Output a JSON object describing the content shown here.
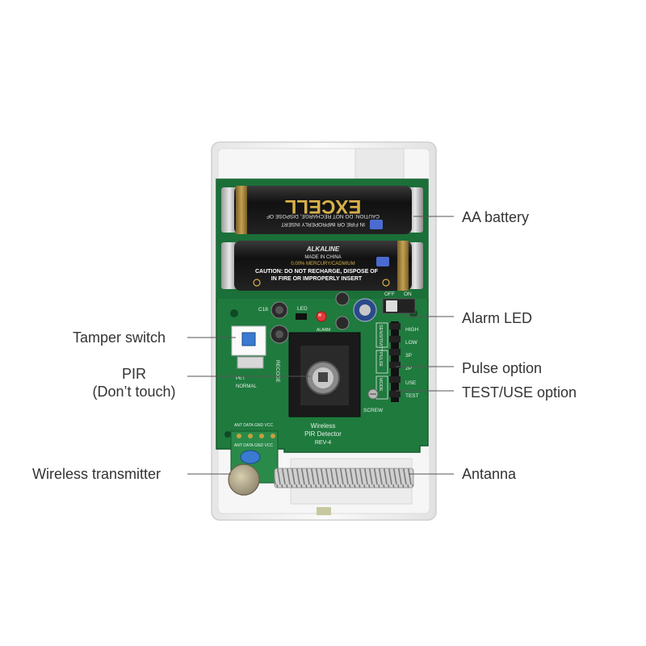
{
  "colors": {
    "pcb": "#1f7a3e",
    "housing": "#f4f4f4",
    "battery": "#1a1a1a",
    "label_text": "#333333",
    "leader_line": "#555555"
  },
  "callouts": {
    "aa_battery": "AA battery",
    "alarm_led": "Alarm LED",
    "tamper_switch": "Tamper switch",
    "pir_line1": "PIR",
    "pir_line2": "(Don’t touch)",
    "pulse_option": "Pulse option",
    "test_use_option": "TEST/USE option",
    "wireless_transmitter": "Wireless transmitter",
    "antenna": "Antanna"
  },
  "battery_text": {
    "brand": "EXCELL",
    "chemistry": "ALKALINE",
    "made_in": "MADE IN CHINA",
    "mercury": "0.00% MERCURY/CADMIUM",
    "caution1": "CAUTION: DO NOT RECHARGE, DISPOSE OF",
    "caution2": "IN FIRE OR IMPROPERLY INSERT"
  },
  "pcb_text": {
    "board_line1": "Wireless",
    "board_line2": "PIR Detector",
    "board_line3": "REV-4",
    "c18": "C18",
    "led": "LED",
    "alarm": "ALARM",
    "recode": "RECODE",
    "pet": "PET",
    "normal": "NORMAL",
    "screw": "SCREW",
    "off": "OFF",
    "on": "ON",
    "sensitivity": "SENSITIVITY",
    "pulse": "PULSE",
    "mode": "MODE",
    "high": "HIGH",
    "low": "LOW",
    "p3": "3P",
    "p2": "2P",
    "use": "USE",
    "test": "TEST",
    "module_pins_top": "ANT DATA GND VCC",
    "module_pins_bottom": "ANT DATA GND VCC"
  }
}
